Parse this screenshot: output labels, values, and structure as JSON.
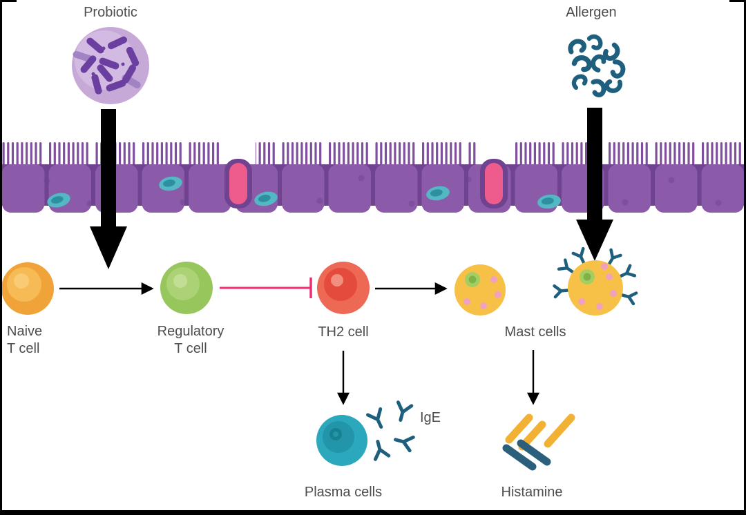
{
  "diagram": {
    "labels": {
      "probiotic": "Probiotic",
      "allergen": "Allergen",
      "naive_line1": "Naive",
      "naive_line2": "T cell",
      "regulatory_line1": "Regulatory",
      "regulatory_line2": "T cell",
      "th2": "TH2 cell",
      "mast": "Mast cells",
      "ige": "IgE",
      "plasma": "Plasma cells",
      "histamine": "Histamine"
    },
    "edges": [
      {
        "from": "Probiotic",
        "to": "gut epithelium / T cell compartment",
        "style": "thick black arrow crossing barrier"
      },
      {
        "from": "Naive T cell",
        "to": "Regulatory T cell",
        "style": "thin arrow"
      },
      {
        "from": "Regulatory T cell",
        "to": "TH2 cell",
        "style": "pink inhibition bar"
      },
      {
        "from": "TH2 cell",
        "to": "Mast cells",
        "style": "thin arrow"
      },
      {
        "from": "TH2 cell",
        "to": "Plasma cells",
        "style": "thin arrow down"
      },
      {
        "from": "Plasma cells",
        "to": "IgE",
        "style": "secreted antibodies"
      },
      {
        "from": "Allergen",
        "to": "Mast cells (activated)",
        "style": "thick black arrow crossing barrier"
      },
      {
        "from": "Mast cells",
        "to": "Histamine",
        "style": "thin arrow down"
      }
    ],
    "scene": "Epithelial barrier with microvilli, goblet cells and embedded teal cells separating probiotic/allergen (top) from immune cells (bottom)"
  },
  "colors": {
    "bg": "#FFFFFF",
    "frame": "#000000",
    "epi_main": "#8B5AA8",
    "epi_dark": "#6F4390",
    "villi": "#7E4F9C",
    "teal_outer": "#54B8C4",
    "teal_inner": "#2E8FA0",
    "goblet_pink": "#EE5C8D",
    "probiotic_ball": "#C7A9D8",
    "probiotic_ball_light": "#D6BEE5",
    "probiotic_rod": "#6B3FA0",
    "probiotic_rod_light": "#A183C4",
    "allergen": "#1E5F7E",
    "arrow": "#000000",
    "inhibit": "#EC2F72",
    "naive_outer": "#F0A338",
    "naive_mid": "#F6BB55",
    "naive_inner": "#FACB77",
    "reg_outer": "#97C65C",
    "reg_mid": "#ABD274",
    "reg_inner": "#C2DE95",
    "th2_outer": "#ED6855",
    "th2_mid": "#E44B3D",
    "th2_inner": "#F2907F",
    "mast_body": "#F7C148",
    "mast_granule": "#F2A0C0",
    "mast_nucleus": "#A5CE62",
    "mast_nucleus_dark": "#7FB347",
    "receptor": "#1E5F7E",
    "plasma_outer": "#2CA8BD",
    "plasma_mid": "#2295AB",
    "plasma_inner": "#17818F",
    "hist_yellow": "#F2B134",
    "hist_navy": "#2C5F7C",
    "text": "#4D4D4D"
  }
}
